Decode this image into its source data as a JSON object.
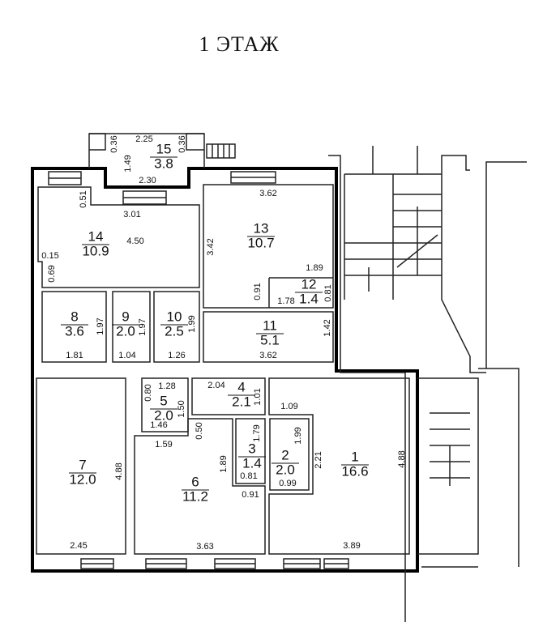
{
  "title": "1 ЭТАЖ",
  "rooms": [
    {
      "number": "1",
      "area": "16.6"
    },
    {
      "number": "2",
      "area": "2.0"
    },
    {
      "number": "3",
      "area": "1.4"
    },
    {
      "number": "4",
      "area": "2.1"
    },
    {
      "number": "5",
      "area": "2.0"
    },
    {
      "number": "6",
      "area": "11.2"
    },
    {
      "number": "7",
      "area": "12.0"
    },
    {
      "number": "8",
      "area": "3.6"
    },
    {
      "number": "9",
      "area": "2.0"
    },
    {
      "number": "10",
      "area": "2.5"
    },
    {
      "number": "11",
      "area": "5.1"
    },
    {
      "number": "12",
      "area": "1.4"
    },
    {
      "number": "13",
      "area": "10.7"
    },
    {
      "number": "14",
      "area": "10.9"
    },
    {
      "number": "15",
      "area": "3.8"
    }
  ],
  "dimensions": [
    "0.36",
    "2.25",
    "0.36",
    "1.49",
    "2.30",
    "0.51",
    "3.01",
    "4.50",
    "0.15",
    "0.69",
    "3.62",
    "3.42",
    "1.89",
    "0.91",
    "1.78",
    "0.81",
    "1.97",
    "1.81",
    "1.97",
    "1.04",
    "1.99",
    "1.26",
    "3.62",
    "1.42",
    "0.80",
    "1.28",
    "1.50",
    "1.46",
    "2.04",
    "1.01",
    "1.59",
    "0.50",
    "1.79",
    "1.89",
    "0.81",
    "1.09",
    "1.99",
    "2.21",
    "0.99",
    "0.91",
    "4.88",
    "4.88",
    "2.45",
    "3.63",
    "3.89"
  ]
}
